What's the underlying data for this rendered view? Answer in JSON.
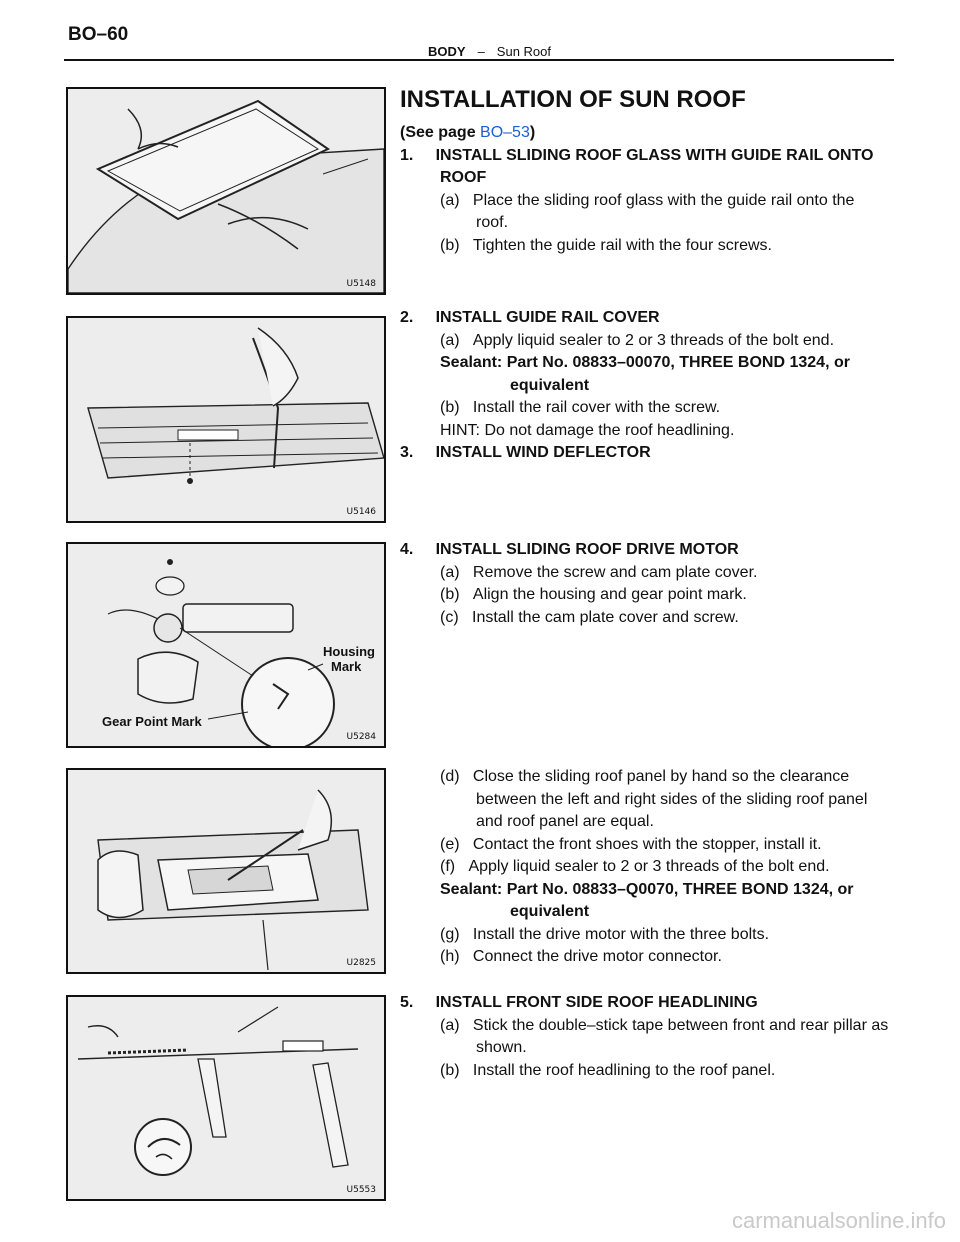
{
  "header": {
    "page_number": "BO–60",
    "section": "BODY",
    "separator": "–",
    "subsection": "Sun Roof"
  },
  "title": "INSTALLATION OF SUN ROOF",
  "see_page": {
    "prefix": "(See page ",
    "link": "BO–53",
    "suffix": ")"
  },
  "steps": {
    "s1": {
      "heading": "1.     INSTALL SLIDING ROOF GLASS WITH GUIDE RAIL ONTO ROOF",
      "a": "(a)   Place the sliding roof glass with the guide rail onto the roof.",
      "b": "(b)   Tighten the guide rail with the four screws."
    },
    "s2": {
      "heading": "2.     INSTALL GUIDE RAIL COVER",
      "a": "(a)   Apply liquid sealer to 2 or 3 threads of the bolt end.",
      "sealant": "Sealant: Part No. 08833–00070, THREE BOND 1324, or",
      "sealant_cont": "equivalent",
      "b": "(b)   Install the rail cover with the screw.",
      "hint": "HINT: Do not damage the roof headlining."
    },
    "s3": {
      "heading": "3.     INSTALL WIND DEFLECTOR"
    },
    "s4": {
      "heading": "4.     INSTALL SLIDING ROOF DRIVE MOTOR",
      "a": "(a)   Remove the screw and cam plate cover.",
      "b": "(b)   Align the housing and gear point mark.",
      "c": "(c)   Install the cam plate cover and screw.",
      "d": "(d)   Close the sliding roof panel by hand so the clearance between the left and right sides of the sliding roof panel and roof panel are equal.",
      "e": "(e)   Contact the front shoes with the stopper, install it.",
      "f": "(f)   Apply liquid sealer to 2 or 3 threads of the bolt end.",
      "sealant": "Sealant: Part No. 08833–Q0070, THREE BOND 1324, or",
      "sealant_cont": "equivalent",
      "g": "(g)   Install the drive motor with the three bolts.",
      "h": "(h)   Connect the drive motor connector."
    },
    "s5": {
      "heading": "5.     INSTALL FRONT SIDE ROOF HEADLINING",
      "a": "(a)   Stick the double–stick tape between front and rear pillar as shown.",
      "b": "(b)   Install the roof headlining to the roof panel."
    }
  },
  "figures": [
    {
      "code": "U5148"
    },
    {
      "code": "U5146"
    },
    {
      "code": "U5284",
      "labels": {
        "housing": "Housing",
        "mark": "Mark",
        "gear": "Gear Point Mark"
      }
    },
    {
      "code": "U2825"
    },
    {
      "code": "U5553"
    }
  ],
  "watermark": "carmanualsonline.info"
}
